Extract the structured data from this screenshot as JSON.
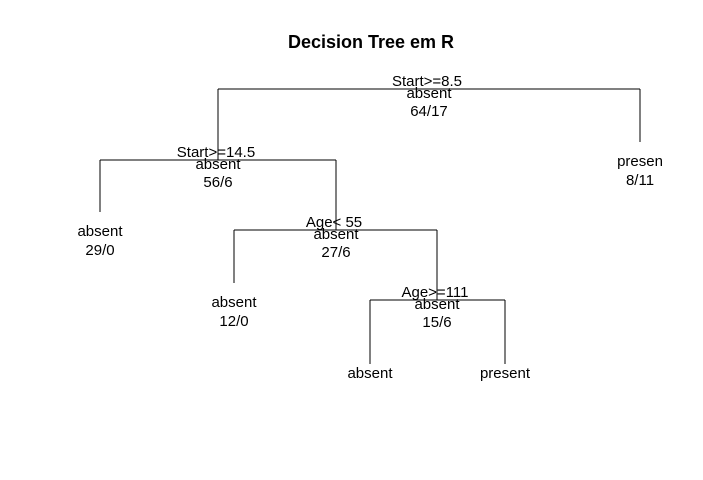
{
  "title": "Decision Tree em R",
  "nodes": [
    {
      "id": "root",
      "split": "Start>=8.5",
      "class": "absent",
      "counts": "64/17"
    },
    {
      "id": "n2",
      "split": "Start>=14.5",
      "class": "absent",
      "counts": "56/6"
    },
    {
      "id": "n3",
      "split": "",
      "class": "presen",
      "counts": "8/11"
    },
    {
      "id": "n4",
      "split": "",
      "class": "absent",
      "counts": "29/0"
    },
    {
      "id": "n5",
      "split": "Age< 55",
      "class": "absent",
      "counts": "27/6"
    },
    {
      "id": "n10",
      "split": "",
      "class": "absent",
      "counts": "12/0"
    },
    {
      "id": "n11",
      "split": "Age>=111",
      "class": "absent",
      "counts": "15/6"
    },
    {
      "id": "n22",
      "split": "",
      "class": "absent",
      "counts": ""
    },
    {
      "id": "n23",
      "split": "",
      "class": "present",
      "counts": ""
    }
  ],
  "edges": [
    {
      "from": "root",
      "to": "n2"
    },
    {
      "from": "root",
      "to": "n3"
    },
    {
      "from": "n2",
      "to": "n4"
    },
    {
      "from": "n2",
      "to": "n5"
    },
    {
      "from": "n5",
      "to": "n10"
    },
    {
      "from": "n5",
      "to": "n11"
    },
    {
      "from": "n11",
      "to": "n22"
    },
    {
      "from": "n11",
      "to": "n23"
    }
  ]
}
